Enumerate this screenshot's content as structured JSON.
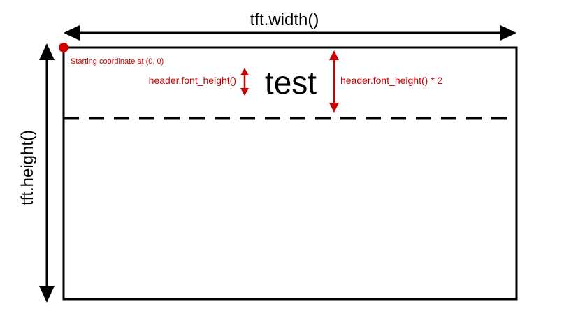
{
  "diagram": {
    "labels": {
      "width": "tft.width()",
      "height": "tft.height()",
      "origin": "Starting coordinate at (0, 0)",
      "font_height": "header.font_height()",
      "header_text": "test",
      "header_height": "header.font_height() * 2"
    },
    "colors": {
      "outline": "#000000",
      "annotation": "#cc0000"
    }
  }
}
